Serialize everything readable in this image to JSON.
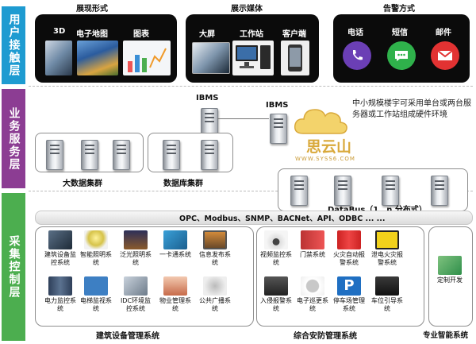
{
  "layers": {
    "user": "用户接触层",
    "service": "业务服务层",
    "collect": "采集控制层"
  },
  "headers": {
    "display_form": "展现形式",
    "display_media": "展示媒体",
    "alarm_mode": "告警方式"
  },
  "display_form": [
    "3D",
    "电子地图",
    "图表"
  ],
  "display_media": [
    "大屏",
    "工作站",
    "客户端"
  ],
  "alarm_mode": [
    "电话",
    "短信",
    "邮件"
  ],
  "servers": {
    "ibms1": "IBMS",
    "ibms2": "IBMS",
    "note": "中小规模楼宇可采用单台或两台服务器或工作站组成硬件环境",
    "bigdata": "大数据集群",
    "db": "数据库集群",
    "databus": "DataBus（1…n 分布式）"
  },
  "protocols": "OPC、Modbus、SNMP、BACNet、API、ODBC ... ...",
  "logo": {
    "name": "思云山",
    "url": "WWW.SYSS6.COM"
  },
  "building": {
    "title": "建筑设备管理系统",
    "row1": [
      "建筑设备监控系统",
      "智能照明系统",
      "泛光照明系统",
      "一卡通系统",
      "信息发布系统"
    ],
    "row2": [
      "电力监控系统",
      "电梯监视系统",
      "IDC环境监控系统",
      "物业管理系统",
      "公共广播系统"
    ]
  },
  "security": {
    "title": "综合安防管理系统",
    "row1": [
      "视频监控系统",
      "门禁系统",
      "火灾自动报警系统",
      "泄电火灾报警系统"
    ],
    "row2": [
      "入侵报警系统",
      "电子巡更系统",
      "停车场管理系统",
      "车位引导系统"
    ]
  },
  "special": {
    "title": "专业智能系统",
    "item": "定制开发"
  },
  "colors": {
    "user": "#1e9bd1",
    "service": "#8c3d93",
    "collect": "#4cae4f"
  }
}
